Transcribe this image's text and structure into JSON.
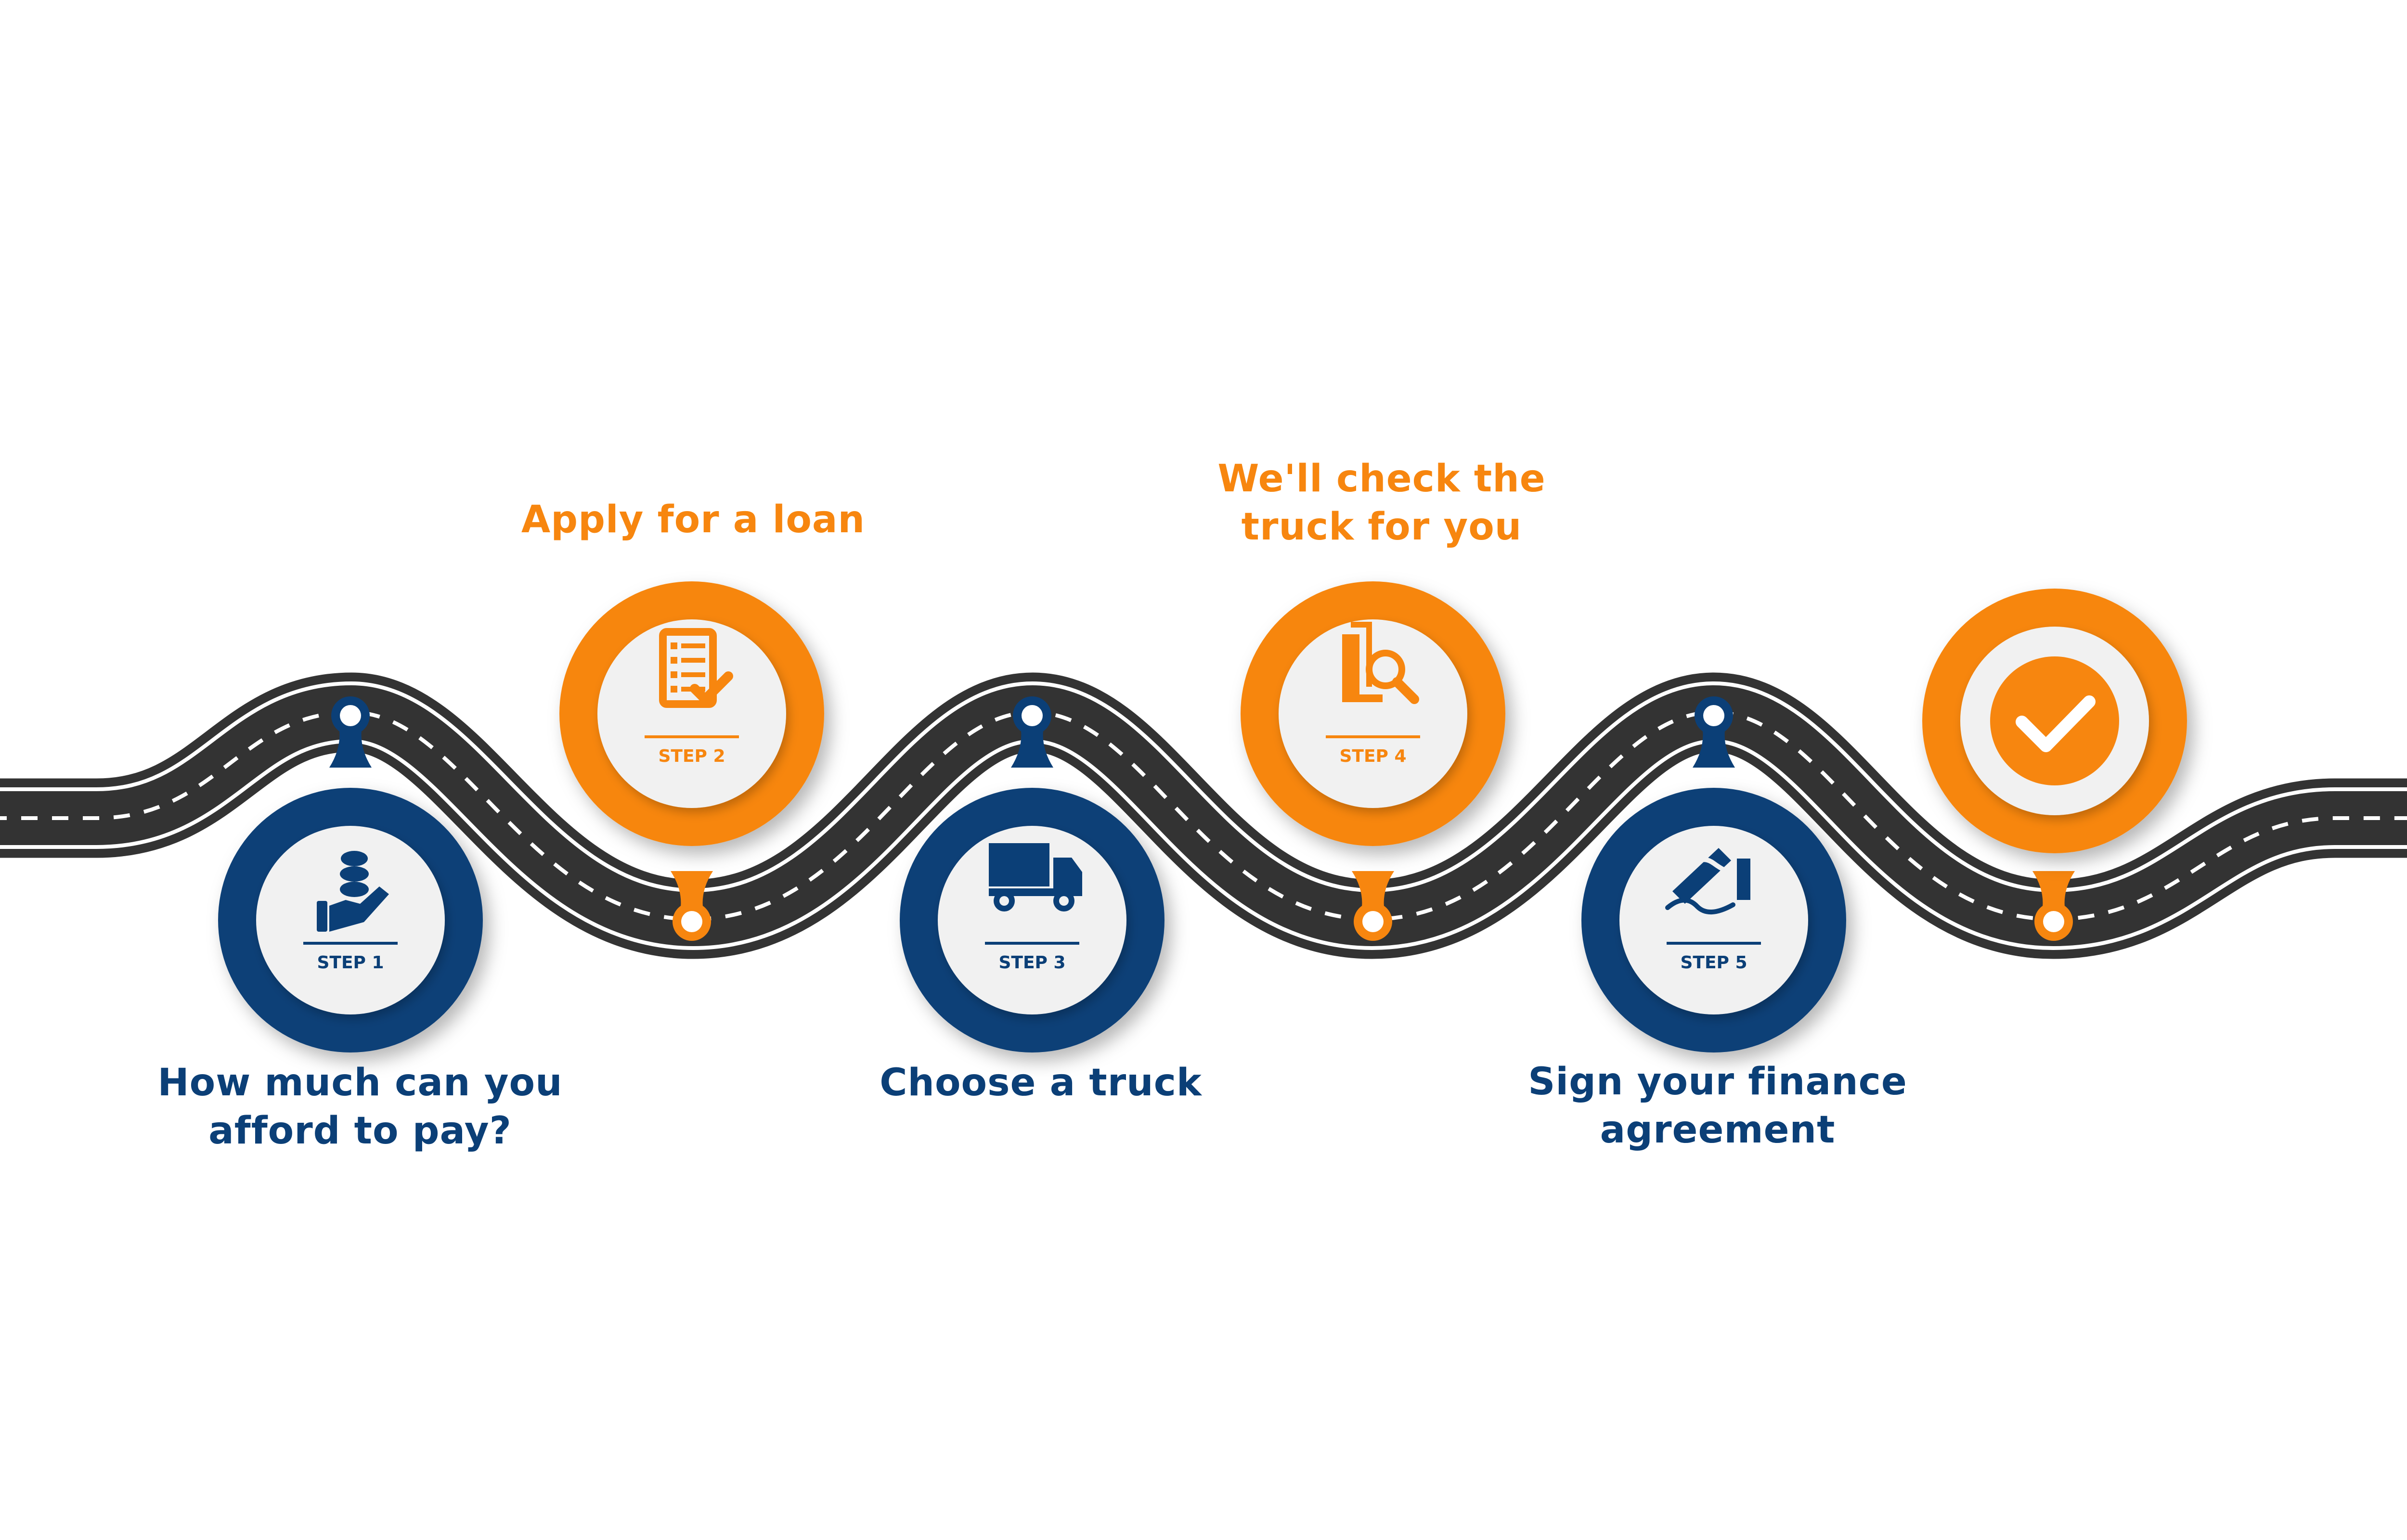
{
  "colors": {
    "orange": "#F7860F",
    "blue": "#0B3F77",
    "road": "#333333",
    "inner": "#F1F1F1"
  },
  "steps": [
    {
      "label": "STEP 1",
      "icon": "hand-coins-icon",
      "color": "blue",
      "caption": [
        "How much can you",
        "afford to pay?"
      ]
    },
    {
      "label": "STEP 2",
      "icon": "checklist-icon",
      "color": "orange",
      "caption": [
        "Apply for a loan"
      ]
    },
    {
      "label": "STEP 3",
      "icon": "truck-icon",
      "color": "blue",
      "caption": [
        "Choose a truck"
      ]
    },
    {
      "label": "STEP 4",
      "icon": "document-search-icon",
      "color": "orange",
      "caption": [
        "We'll check the",
        "truck for you"
      ]
    },
    {
      "label": "STEP 5",
      "icon": "signing-pen-icon",
      "color": "blue",
      "caption": [
        "Sign your finance",
        "agreement"
      ]
    }
  ],
  "final": {
    "icon": "checkmark-icon",
    "color": "orange"
  }
}
